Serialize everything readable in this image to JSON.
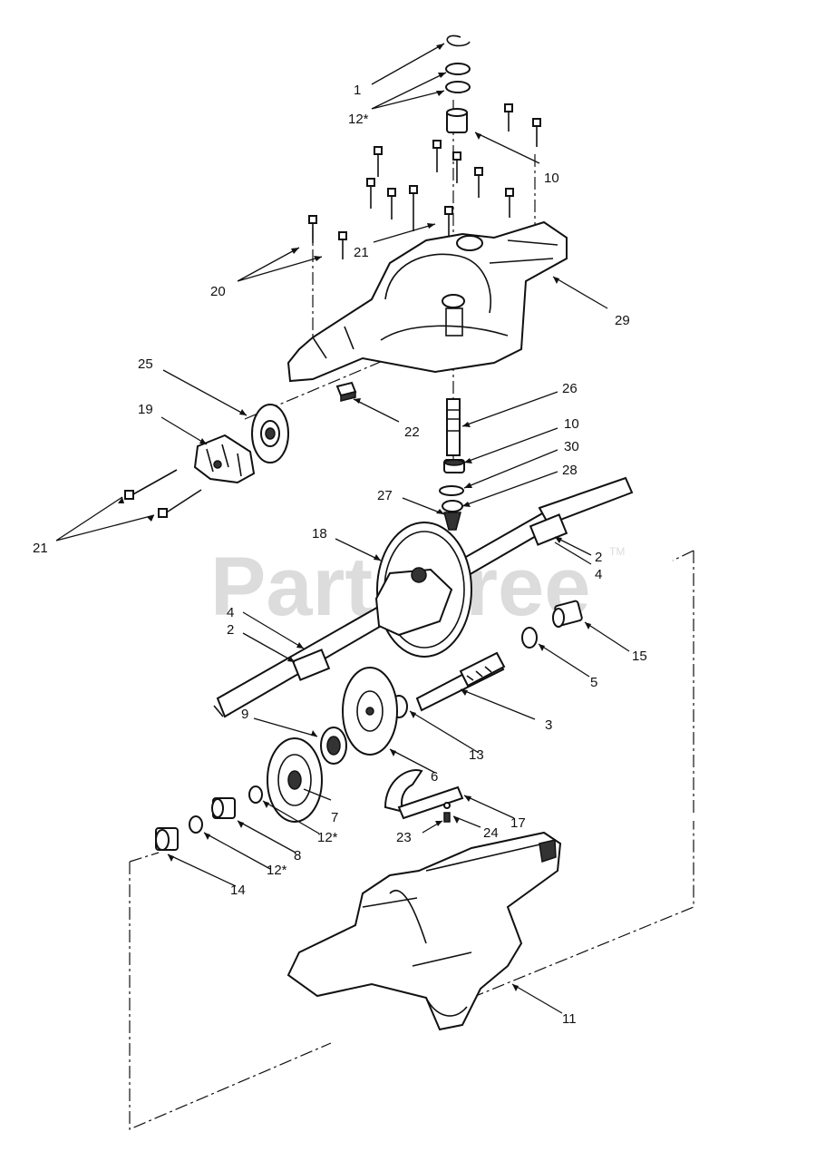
{
  "watermark": {
    "text": "PartsTree",
    "mark": "TM"
  },
  "labels": [
    {
      "id": "l1",
      "text": "1"
    },
    {
      "id": "l12a",
      "text": "12*"
    },
    {
      "id": "l10a",
      "text": "10"
    },
    {
      "id": "l20",
      "text": "20"
    },
    {
      "id": "l21a",
      "text": "21"
    },
    {
      "id": "l29",
      "text": "29"
    },
    {
      "id": "l25",
      "text": "25"
    },
    {
      "id": "l19",
      "text": "19"
    },
    {
      "id": "l22",
      "text": "22"
    },
    {
      "id": "l26",
      "text": "26"
    },
    {
      "id": "l10b",
      "text": "10"
    },
    {
      "id": "l30",
      "text": "30"
    },
    {
      "id": "l28",
      "text": "28"
    },
    {
      "id": "l27",
      "text": "27"
    },
    {
      "id": "l21b",
      "text": "21"
    },
    {
      "id": "l18",
      "text": "18"
    },
    {
      "id": "l2a",
      "text": "2"
    },
    {
      "id": "l4a",
      "text": "4"
    },
    {
      "id": "l4b",
      "text": "4"
    },
    {
      "id": "l2b",
      "text": "2"
    },
    {
      "id": "l15",
      "text": "15"
    },
    {
      "id": "l5",
      "text": "5"
    },
    {
      "id": "l3",
      "text": "3"
    },
    {
      "id": "l9",
      "text": "9"
    },
    {
      "id": "l13",
      "text": "13"
    },
    {
      "id": "l6",
      "text": "6"
    },
    {
      "id": "l7",
      "text": "7"
    },
    {
      "id": "l17",
      "text": "17"
    },
    {
      "id": "l12b",
      "text": "12*"
    },
    {
      "id": "l23",
      "text": "23"
    },
    {
      "id": "l24",
      "text": "24"
    },
    {
      "id": "l8",
      "text": "8"
    },
    {
      "id": "l12c",
      "text": "12*"
    },
    {
      "id": "l14",
      "text": "14"
    },
    {
      "id": "l11",
      "text": "11"
    }
  ]
}
